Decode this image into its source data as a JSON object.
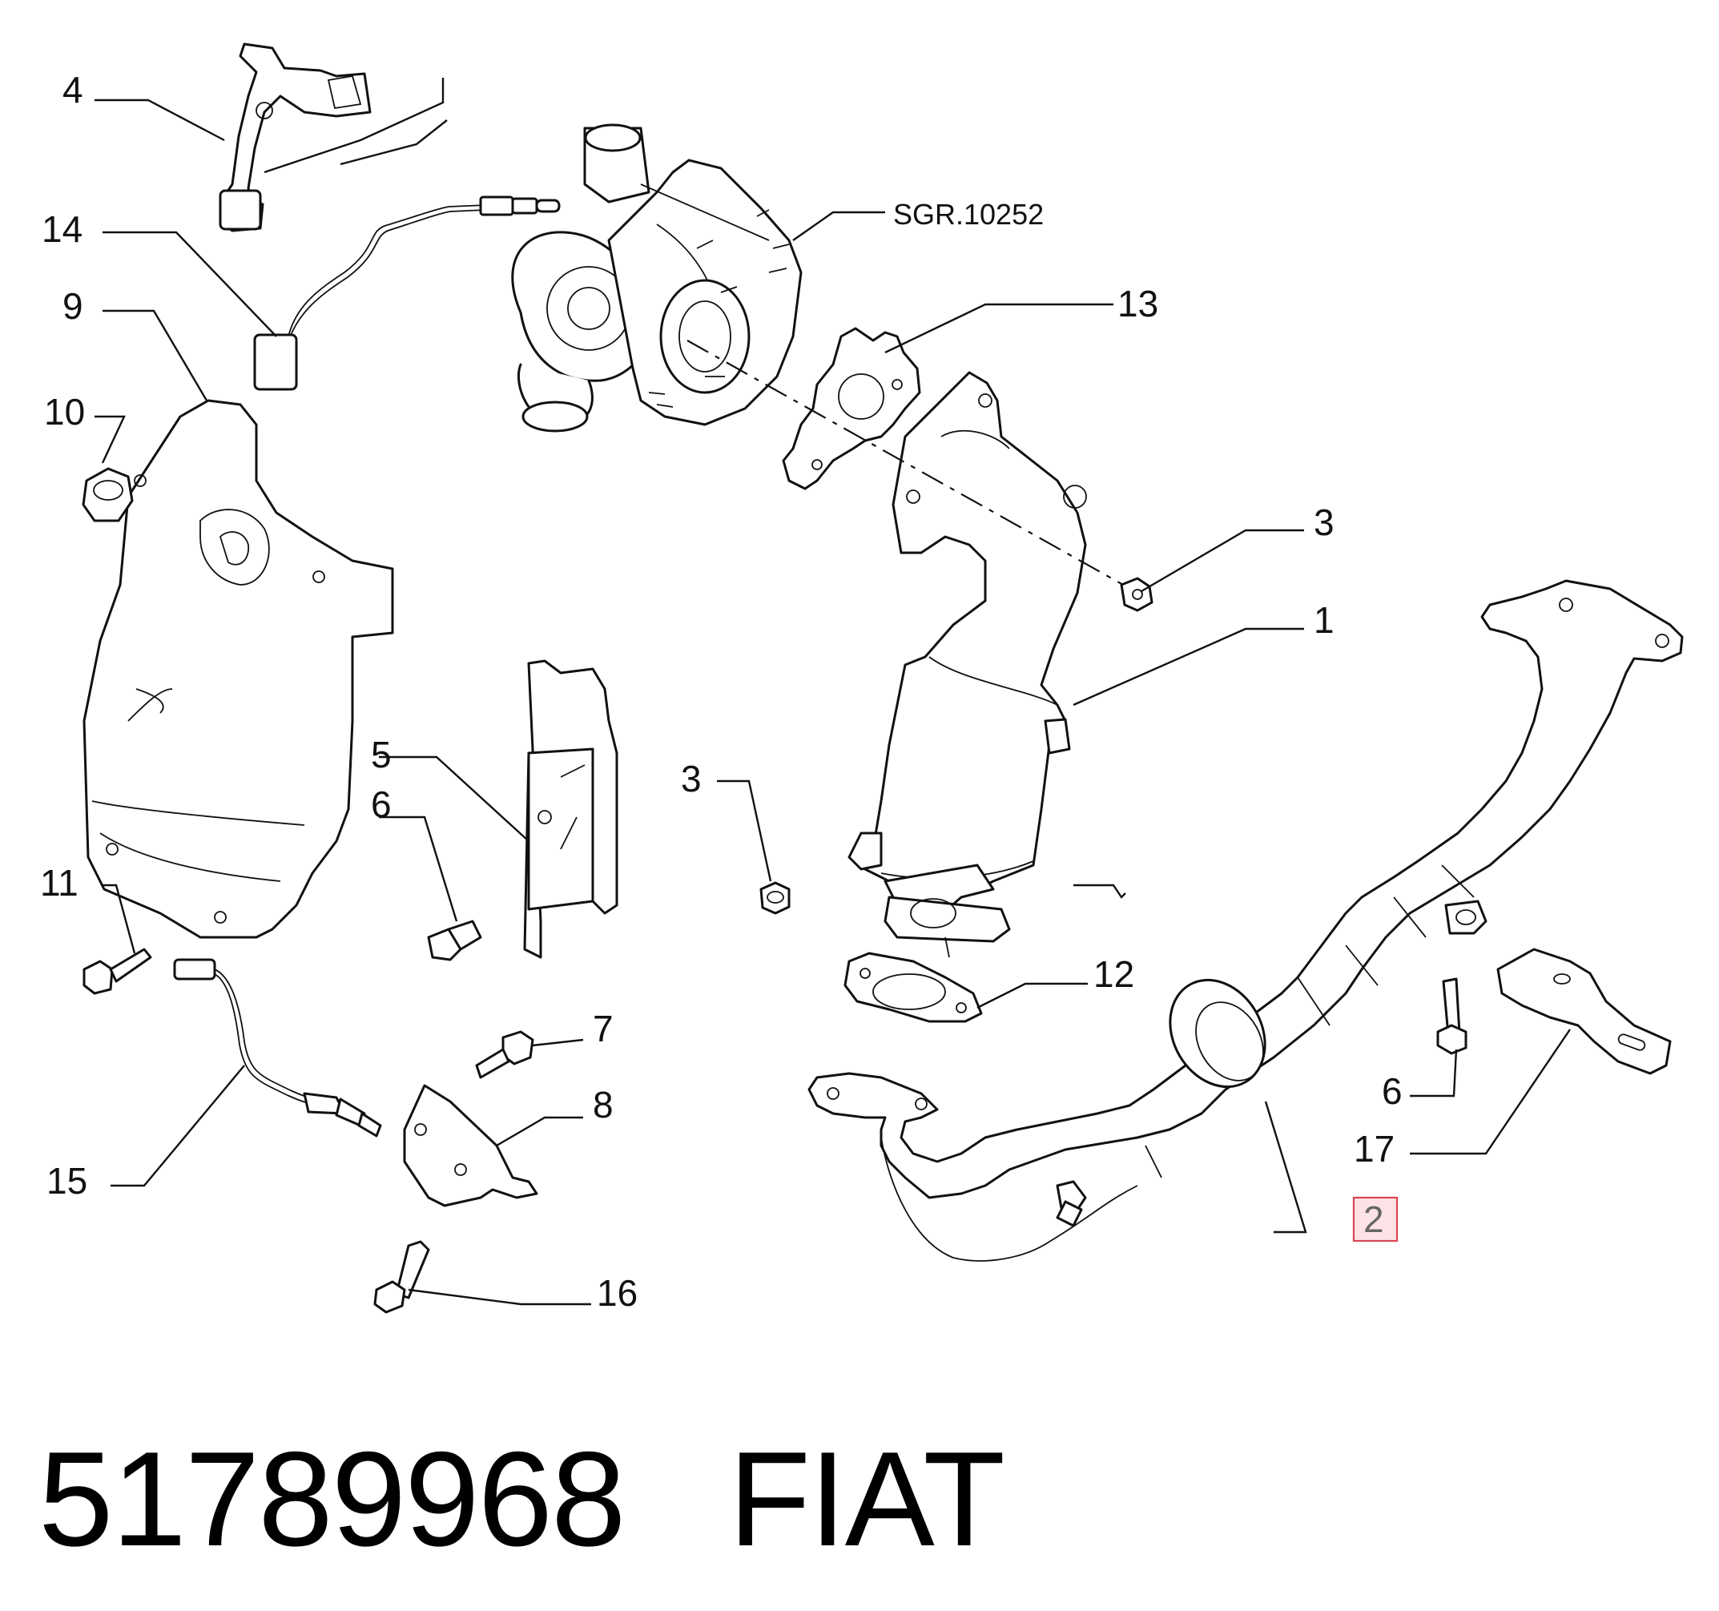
{
  "callouts": {
    "c1": "1",
    "c2": "2",
    "c3a": "3",
    "c3b": "3",
    "c4": "4",
    "c5": "5",
    "c6a": "6",
    "c6b": "6",
    "c7": "7",
    "c8": "8",
    "c9": "9",
    "c10": "10",
    "c11": "11",
    "c12": "12",
    "c13": "13",
    "c14": "14",
    "c15": "15",
    "c16": "16",
    "c17": "17",
    "ref": "SGR.10252"
  },
  "highlighted_callout": "2",
  "footer": {
    "part_number": "51789968",
    "brand": "FIAT"
  },
  "colors": {
    "highlight_fill": "#fde3e6",
    "highlight_stroke": "#d94552"
  }
}
